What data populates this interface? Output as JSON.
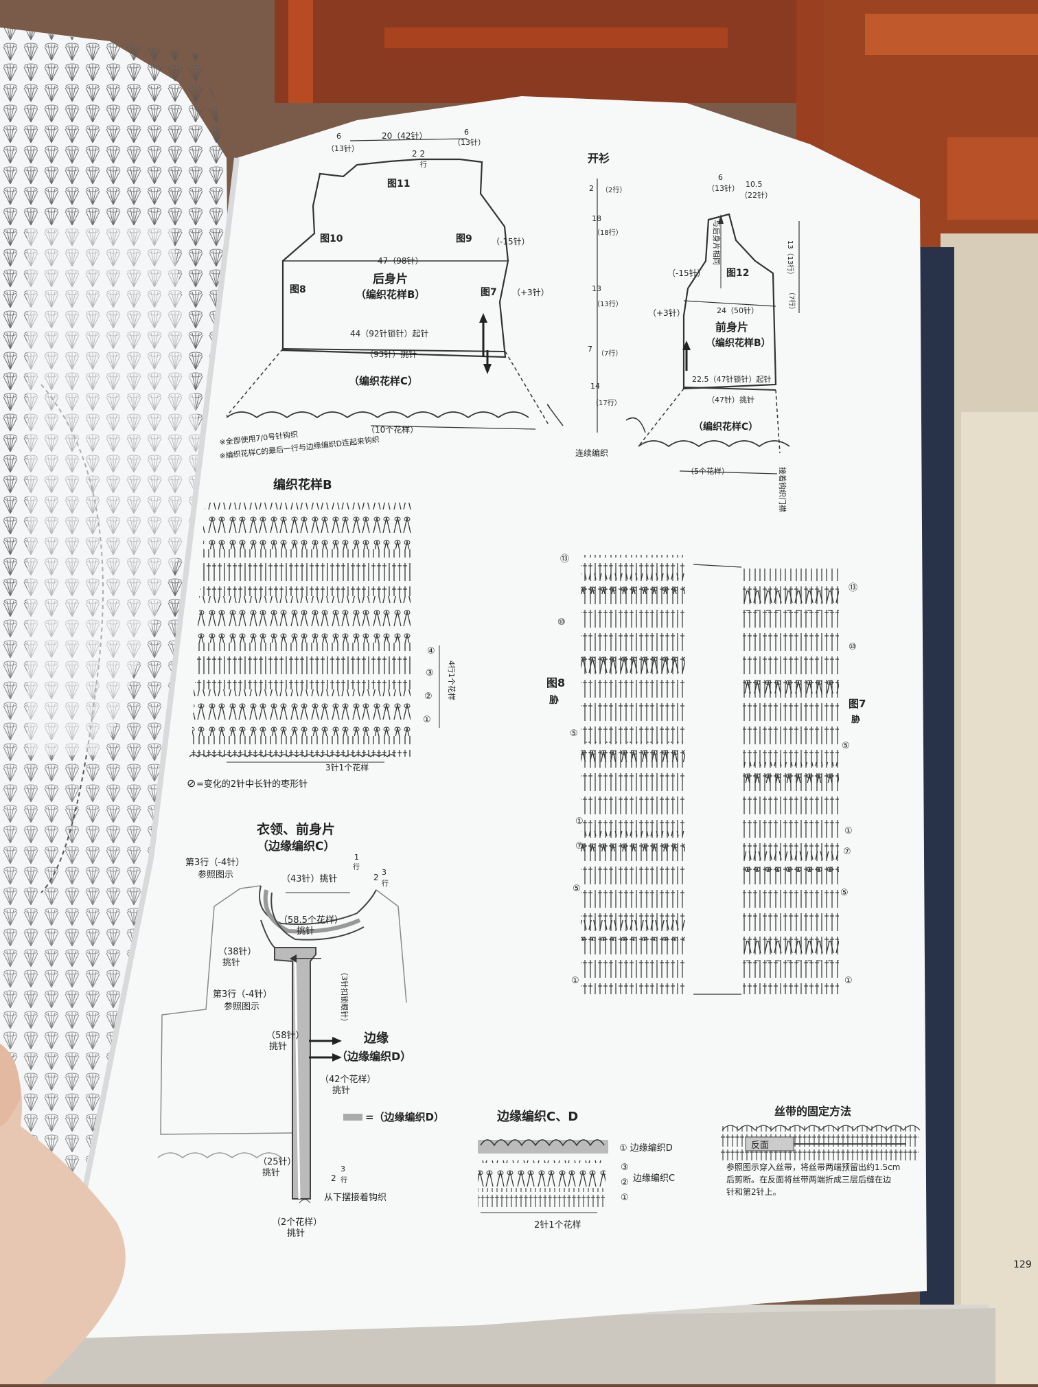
{
  "page_number": "129",
  "title": "开衫",
  "back_body": {
    "label": "后身片",
    "pattern": "（编织花样B）",
    "width_top": "20（42针）",
    "shoulder_left": "6",
    "shoulder_left_st": "（13针）",
    "shoulder_right": "6",
    "shoulder_right_st": "（13针）",
    "neck_rise": "2 2",
    "neck_rise_unit": "行",
    "fig11": "图11",
    "fig10": "图10",
    "fig9": "图9",
    "fig8": "图8",
    "fig7": "图7",
    "dec_right": "（-15针）",
    "chest": "47（98针）",
    "inc_right": "（+3针）",
    "cast_on": "44（92针锁针）起针",
    "pickup": "（93针）挑针",
    "skirt_pattern": "（编织花样C）",
    "skirt_repeats": "（10个花样）"
  },
  "notes": [
    "※全部使用7/0号针钩织",
    "※编织花样C的最后一行与边缘编织D连起来钩织"
  ],
  "center_scale": {
    "v1": "2",
    "v1_unit": "（2行）",
    "v2": "18",
    "v2_unit": "（18行）",
    "v3": "13",
    "v3_unit": "（13行）",
    "v4": "7",
    "v4_unit": "（7行）",
    "v5": "14",
    "v5_unit": "（17行）",
    "join_label": "连续编织"
  },
  "front_body": {
    "label": "前身片",
    "pattern": "（编织花样B）",
    "shoulder": "6",
    "shoulder_st": "（13针）",
    "neck": "10.5",
    "neck_st": "（22针）",
    "same_as_back": "与后身片相同",
    "fig12": "图12",
    "dec": "（-15针）",
    "inc": "（+3针）",
    "chest": "24（50针）",
    "right_scale": "13（13行）",
    "right_scale2": "（7行）",
    "cast_on": "22.5（47针锁针）起针",
    "pickup": "（47针）挑针",
    "skirt_pattern": "（编织花样C）",
    "skirt_repeats": "（5个花样）",
    "button_note": "接着钩织门襟"
  },
  "pattern_b": {
    "title": "编织花样B",
    "rows_label": "4行1个花样",
    "repeat": "3针1个花样",
    "legend": "=变化的2针中长针的枣形针",
    "row_marks": [
      "④",
      "③",
      "②",
      "①"
    ]
  },
  "sides": {
    "fig8": "图8",
    "fig8_sub": "胁",
    "fig7": "图7",
    "fig7_sub": "胁",
    "left_marks": [
      "⑬",
      "⑩",
      "⑤",
      "①",
      "⑦",
      "⑤",
      "①"
    ],
    "right_marks": [
      "⑬",
      "⑩",
      "⑤",
      "①",
      "⑦",
      "⑤",
      "①"
    ]
  },
  "collar": {
    "title": "衣领、前身片",
    "subtitle": "（边缘编织C）",
    "ref_top": "第3行（-4针）",
    "ref_top2": "参照图示",
    "row1": "1",
    "row1_unit": "行",
    "row23": "2",
    "row3": "3",
    "row23_unit": "行",
    "pick43": "（43针）挑针",
    "pick585": "（58.5个花样）",
    "pick585b": "挑针",
    "pick38": "（38针）",
    "pick38b": "挑针",
    "ref_mid": "第3行（-4针）",
    "ref_mid2": "参照图示",
    "buttonhole": "（3针扣锁眼针）",
    "pick58": "（58针）",
    "pick58b": "挑针",
    "edge": "边缘",
    "edge_sub": "（边缘编织D）",
    "pick42": "（42个花样）",
    "pick42b": "挑针",
    "legend": "=（边缘编织D）",
    "pick25": "（25针）",
    "pick25b": "挑针",
    "row_bottom": "2",
    "row_bottom3": "3",
    "row_bottom_unit": "行",
    "from_hem": "从下摆接着钩织",
    "pick2": "（2个花样）",
    "pick2b": "挑针"
  },
  "edging_cd": {
    "title": "边缘编织C、D",
    "d_label": "① 边缘编织D",
    "c_label": "边缘编织C",
    "marks": [
      "③",
      "②",
      "①"
    ],
    "repeat": "2针1个花样"
  },
  "ribbon": {
    "title": "丝带的固定方法",
    "reverse": "反面",
    "size": "约1.5cm",
    "text1": "参照图示穿入丝带，将丝带两端预留出约1.5cm",
    "text2": "后剪断。在反面将丝带两端折成三层后缝在边",
    "text3": "针和第2针上。"
  }
}
